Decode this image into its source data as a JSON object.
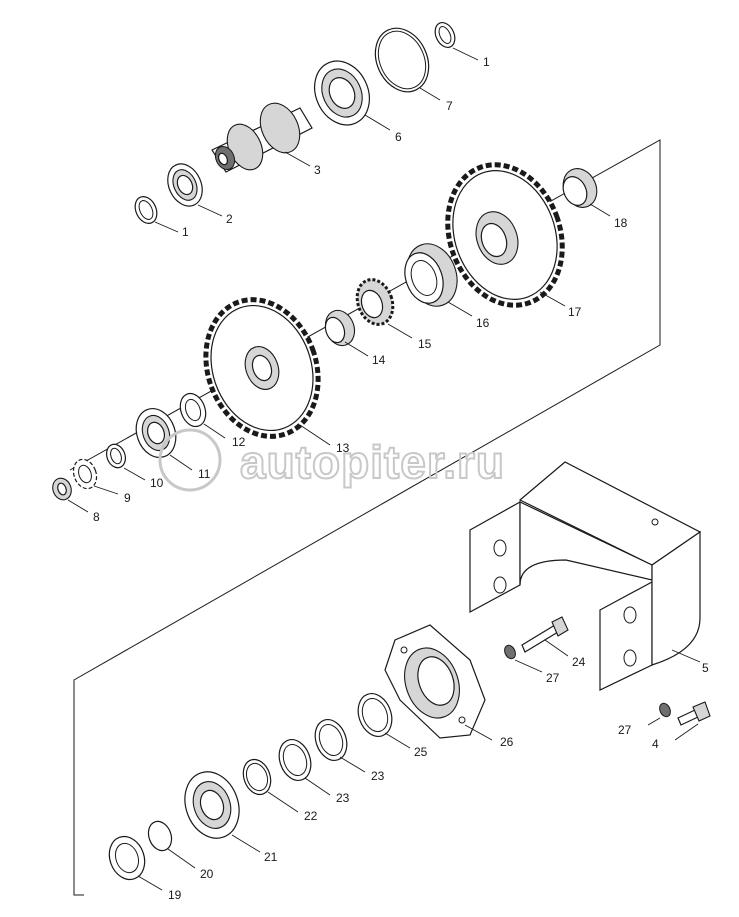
{
  "watermark": {
    "text": "autopiter.ru",
    "color": "#c8c8c8"
  },
  "part_numbers": {
    "p1a": "1",
    "p1b": "1",
    "p2": "2",
    "p3": "3",
    "p4": "4",
    "p5": "5",
    "p6": "6",
    "p7": "7",
    "p8": "8",
    "p9": "9",
    "p10": "10",
    "p11": "11",
    "p12": "12",
    "p13": "13",
    "p14": "14",
    "p15": "15",
    "p16": "16",
    "p17": "17",
    "p18": "18",
    "p19": "19",
    "p20": "20",
    "p21": "21",
    "p22": "22",
    "p23a": "23",
    "p23b": "23",
    "p24": "24",
    "p25": "25",
    "p26": "26",
    "p27a": "27",
    "p27b": "27"
  },
  "colors": {
    "line": "#1a1a1a",
    "shade": "#d6d6d6",
    "dark": "#6f6f6f"
  }
}
